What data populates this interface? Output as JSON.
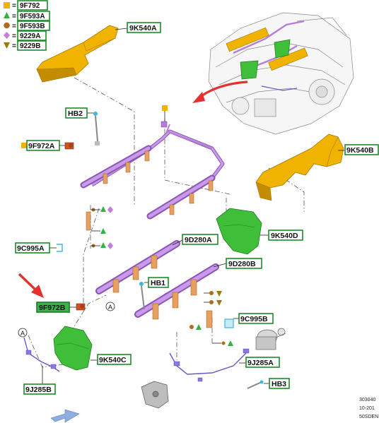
{
  "legend": [
    {
      "symbol": "square",
      "color": "#f0b400",
      "text": "9F792"
    },
    {
      "symbol": "triangle",
      "color": "#2fb344",
      "text": "9F593A"
    },
    {
      "symbol": "circle",
      "color": "#b36a1e",
      "text": "9F593B"
    },
    {
      "symbol": "diamond",
      "color": "#c77ae0",
      "text": "9229A"
    },
    {
      "symbol": "triangle-down",
      "color": "#9a7a10",
      "text": "9229B"
    }
  ],
  "legend_equals": "=",
  "callouts": {
    "k540a": "9K540A",
    "hb2": "HB2",
    "f972a": "9F972A",
    "k540b": "9K540B",
    "c995a": "9C995A",
    "k540d": "9K540D",
    "d280a": "9D280A",
    "d280b": "9D280B",
    "hb1": "HB1",
    "f972b": "9F972B",
    "c995b": "9C995B",
    "k540c": "9K540C",
    "j285a": "9J285A",
    "j285b": "9J285B",
    "hb3": "HB3"
  },
  "detail_marker": "A",
  "reference": {
    "code": "303040",
    "date": "10-201",
    "suffix": "50SDEN"
  },
  "colors": {
    "cover": "#f0b400",
    "fuel_rail": "#b57ed8",
    "injector": "#e8a060",
    "insulator": "#3fbe3a",
    "label_border": "#1e8a2c",
    "pointer_arrow": "#e53030",
    "direction_arrow": "#8faee0"
  }
}
